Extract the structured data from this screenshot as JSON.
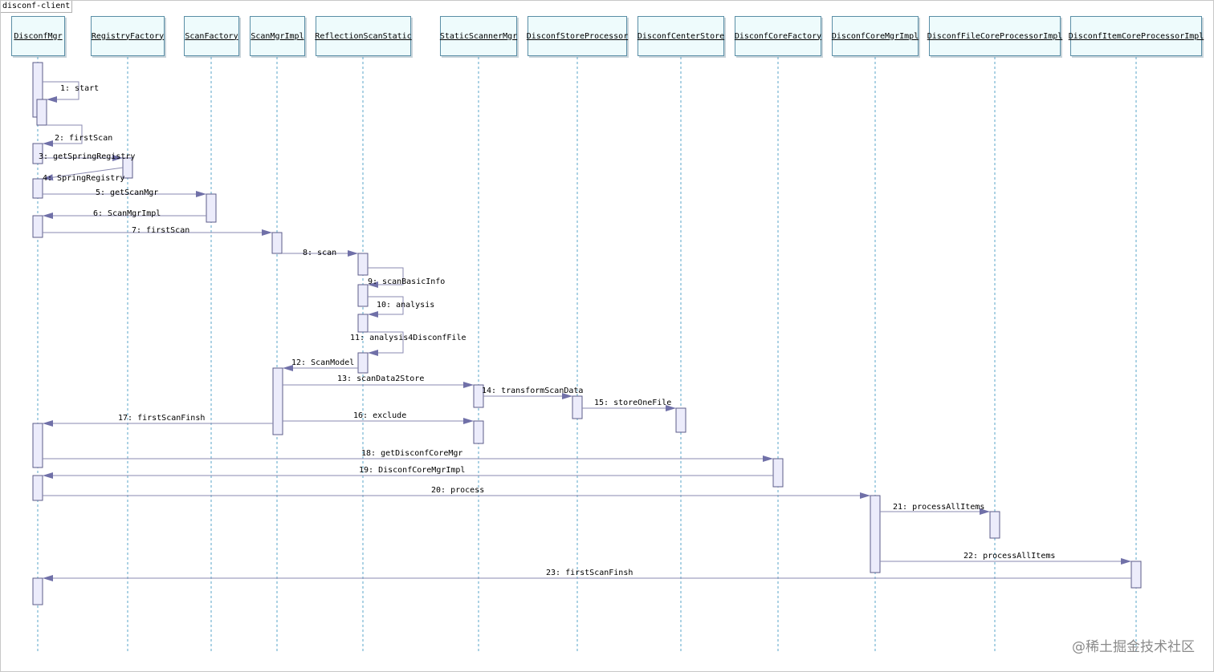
{
  "diagram": {
    "frame_title": "disconf-client",
    "watermark": "@稀土掘金技术社区",
    "objects": [
      "DisconfMgr",
      "RegistryFactory",
      "ScanFactory",
      "ScanMgrImpl",
      "ReflectionScanStatic",
      "StaticScannerMgr",
      "DisconfStoreProcessor",
      "DisconfCenterStore",
      "DisconfCoreFactory",
      "DisconfCoreMgrImpl",
      "DisconfFileCoreProcessorImpl",
      "DisconfItemCoreProcessorImpl"
    ],
    "messages": [
      {
        "label": "1: start",
        "from": "DisconfMgr",
        "to": "DisconfMgr",
        "kind": "call"
      },
      {
        "label": "2: firstScan",
        "from": "DisconfMgr",
        "to": "DisconfMgr",
        "kind": "call"
      },
      {
        "label": "3: getSpringRegistry",
        "from": "DisconfMgr",
        "to": "RegistryFactory",
        "kind": "call"
      },
      {
        "label": "4: SpringRegistry",
        "from": "RegistryFactory",
        "to": "DisconfMgr",
        "kind": "return"
      },
      {
        "label": "5: getScanMgr",
        "from": "DisconfMgr",
        "to": "ScanFactory",
        "kind": "call"
      },
      {
        "label": "6: ScanMgrImpl",
        "from": "ScanFactory",
        "to": "DisconfMgr",
        "kind": "return"
      },
      {
        "label": "7: firstScan",
        "from": "DisconfMgr",
        "to": "ScanMgrImpl",
        "kind": "call"
      },
      {
        "label": "8: scan",
        "from": "ScanMgrImpl",
        "to": "ReflectionScanStatic",
        "kind": "call"
      },
      {
        "label": "9: scanBasicInfo",
        "from": "ReflectionScanStatic",
        "to": "ReflectionScanStatic",
        "kind": "call"
      },
      {
        "label": "10: analysis",
        "from": "ReflectionScanStatic",
        "to": "ReflectionScanStatic",
        "kind": "call"
      },
      {
        "label": "11: analysis4DisconfFile",
        "from": "ReflectionScanStatic",
        "to": "ReflectionScanStatic",
        "kind": "call"
      },
      {
        "label": "12: ScanModel",
        "from": "ReflectionScanStatic",
        "to": "ScanMgrImpl",
        "kind": "return"
      },
      {
        "label": "13: scanData2Store",
        "from": "ScanMgrImpl",
        "to": "StaticScannerMgr",
        "kind": "call"
      },
      {
        "label": "14: transformScanData",
        "from": "StaticScannerMgr",
        "to": "DisconfStoreProcessor",
        "kind": "call"
      },
      {
        "label": "15: storeOneFile",
        "from": "DisconfStoreProcessor",
        "to": "DisconfCenterStore",
        "kind": "call"
      },
      {
        "label": "16: exclude",
        "from": "ScanMgrImpl",
        "to": "StaticScannerMgr",
        "kind": "call"
      },
      {
        "label": "17: firstScanFinsh",
        "from": "ScanMgrImpl",
        "to": "DisconfMgr",
        "kind": "return"
      },
      {
        "label": "18: getDisconfCoreMgr",
        "from": "DisconfMgr",
        "to": "DisconfCoreFactory",
        "kind": "call"
      },
      {
        "label": "19: DisconfCoreMgrImpl",
        "from": "DisconfCoreFactory",
        "to": "DisconfMgr",
        "kind": "return"
      },
      {
        "label": "20: process",
        "from": "DisconfMgr",
        "to": "DisconfCoreMgrImpl",
        "kind": "call"
      },
      {
        "label": "21: processAllItems",
        "from": "DisconfCoreMgrImpl",
        "to": "DisconfFileCoreProcessorImpl",
        "kind": "call"
      },
      {
        "label": "22: processAllItems",
        "from": "DisconfCoreMgrImpl",
        "to": "DisconfItemCoreProcessorImpl",
        "kind": "call"
      },
      {
        "label": "23: firstScanFinsh",
        "from": "DisconfItemCoreProcessorImpl",
        "to": "DisconfMgr",
        "kind": "return"
      }
    ],
    "colors": {
      "object_fill": "#eefbfc",
      "object_border": "#5a8ea6",
      "lifeline": "#5aa6c8",
      "activation_fill": "#ececfb",
      "activation_border": "#5c5c8a",
      "message_line": "#8a8ab0",
      "arrowhead": "#7070a8"
    }
  }
}
